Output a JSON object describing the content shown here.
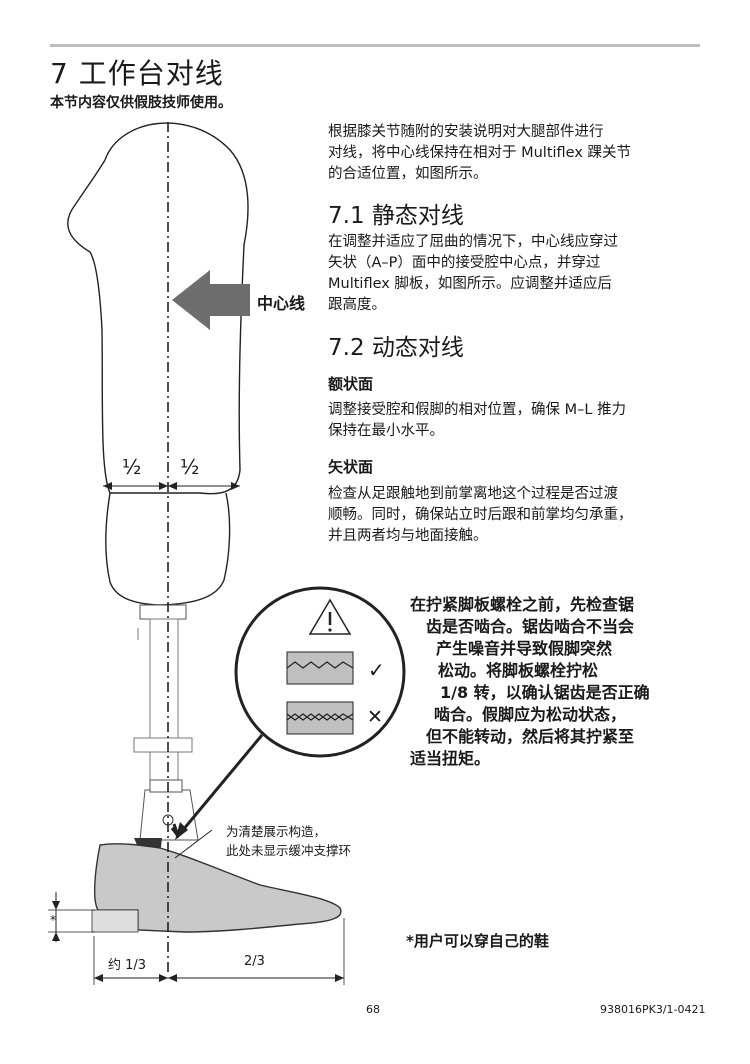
{
  "section": {
    "number_title": "7 工作台对线",
    "intro": "本节内容仅供假肢技师使用。"
  },
  "alignment_text": [
    "根据膝关节随附的安装说明对大腿部件进行",
    "对线，将中心线保持在相对于 Multiflex 踝关节",
    "的合适位置，如图所示。"
  ],
  "static": {
    "title": "7.1  静态对线",
    "lines": [
      "在调整并适应了屈曲的情况下，中心线应穿过",
      "矢状（A–P）面中的接受腔中心点，并穿过",
      "Multiflex 脚板，如图所示。应调整并适应后",
      "跟高度。"
    ]
  },
  "dynamic": {
    "title": "7.2  动态对线",
    "frontal_heading": "额状面",
    "frontal_lines": [
      "调整接受腔和假脚的相对位置，确保 M–L 推力",
      "保持在最小水平。"
    ],
    "sagittal_heading": "矢状面",
    "sagittal_lines": [
      "检查从足跟触地到前掌离地这个过程是否过渡",
      "顺畅。同时，确保站立时后跟和前掌均匀承重，",
      "并且两者均与地面接触。"
    ]
  },
  "figure": {
    "centerline_label": "中心线",
    "half_left": "½",
    "half_right": "½",
    "structure_note": [
      "为清楚展示构造，",
      "此处未显示缓冲支撑环"
    ],
    "asterisk": "*",
    "dim_left": "约 1/3",
    "dim_right": "2/3",
    "check_mark": "✓",
    "cross_mark": "✕"
  },
  "warning": {
    "lines": [
      "在拧紧脚板螺栓之前，先检查锯",
      "齿是否啮合。锯齿啮合不当会",
      "产生噪音并导致假脚突然",
      "松动。将脚板螺栓拧松",
      "1/8 转，以确认锯齿是否正确",
      "啮合。假脚应为松动状态，",
      "但不能转动，然后将其拧紧至",
      "适当扭矩。"
    ]
  },
  "shoe_note": "*用户可以穿自己的鞋",
  "footer": {
    "page": "68",
    "doc_id": "938016PK3/1-0421"
  }
}
